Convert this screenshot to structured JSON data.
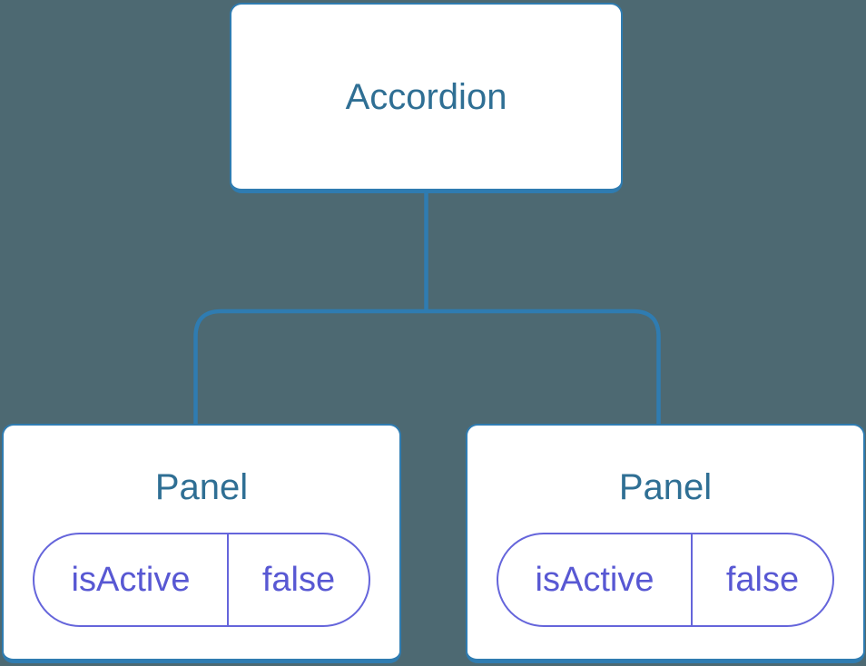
{
  "diagram": {
    "kind": "component-tree",
    "root": {
      "label": "Accordion"
    },
    "children": [
      {
        "label": "Panel",
        "prop": {
          "name": "isActive",
          "value": "false"
        }
      },
      {
        "label": "Panel",
        "prop": {
          "name": "isActive",
          "value": "false"
        }
      }
    ]
  },
  "colors": {
    "background": "#4D6972",
    "connector_blue": "#2F7CB1",
    "node_title_blue": "#2F6F94",
    "prop_purple_text": "#5858D3",
    "prop_purple_border": "#6565DB",
    "card_white": "#FFFFFF"
  }
}
